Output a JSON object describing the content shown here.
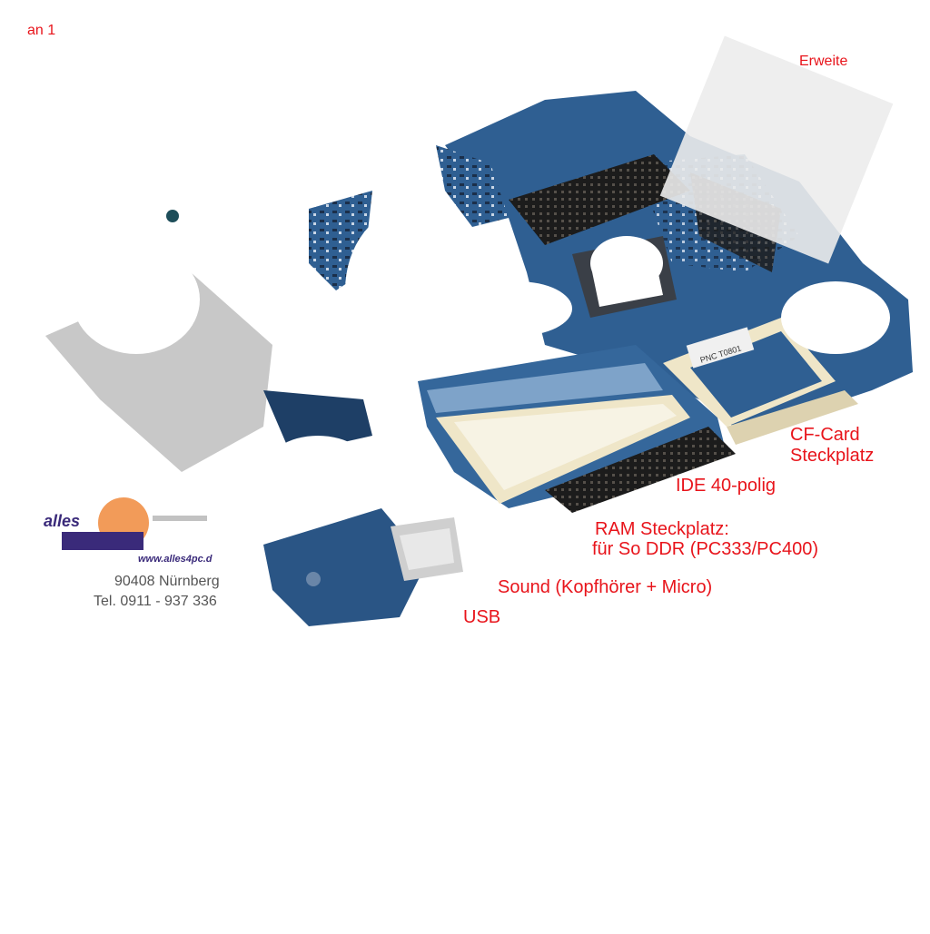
{
  "labels": {
    "top_left": "an 1",
    "top_right": "Erweite",
    "cf_card_1": "CF-Card",
    "cf_card_2": "Steckplatz",
    "ide": "IDE 40-polig",
    "ram_1": "RAM Steckplatz:",
    "ram_2": "für So DDR (PC333/PC400)",
    "sound": "Sound (Kopfhörer + Micro)",
    "usb": "USB"
  },
  "logo": {
    "brand_word": "alles",
    "url": "www.alles4pc.d",
    "address": "90408 Nürnberg",
    "phone": "Tel. 0911 - 937 336"
  },
  "board_label": "PNC T0801",
  "colors": {
    "label_red": "#e8141b",
    "board_blue": "#2f5f92",
    "board_dark": "#1e3f66",
    "connector_black": "#1c1c1c",
    "slot_cream": "#efe6c8",
    "logo_purple": "#3a2a7a",
    "logo_orange": "#f08a3c"
  }
}
